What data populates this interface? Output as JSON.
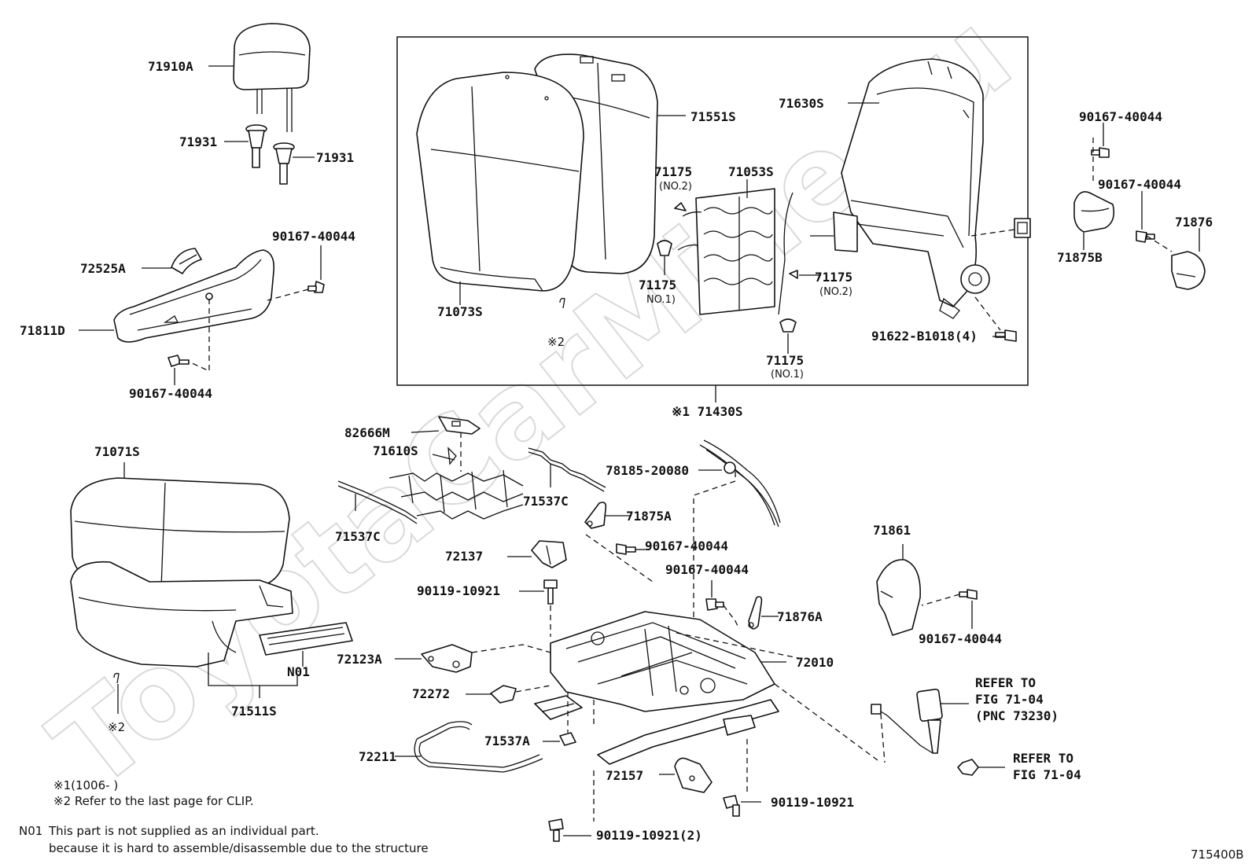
{
  "watermark": "ToyotaCarMine.ru",
  "labels": {
    "p71910A": "71910A",
    "p71931a": "71931",
    "p71931b": "71931",
    "p72525A": "72525A",
    "p90167_a": "90167-40044",
    "p71811D": "71811D",
    "p90167_b": "90167-40044",
    "p71071S": "71071S",
    "pN01": "N01",
    "p71511S": "71511S",
    "p71551S": "71551S",
    "p71630S": "71630S",
    "p71175_1": "71175",
    "p71175_1n": "(NO.2)",
    "p71053S": "71053S",
    "p71175_2": "71175",
    "p71175_2n": "NO.1)",
    "p71175_3": "71175",
    "p71175_3n": "(NO.2)",
    "p71175_4": "71175",
    "p71175_4n": "(NO.1)",
    "p71073S": "71073S",
    "p90167_c": "90167-40044",
    "p90167_d": "90167-40044",
    "p71876": "71876",
    "p71875B": "71875B",
    "p91622": "91622-B1018(4)",
    "p71430S": "※1 71430S",
    "p82666M": "82666M",
    "p71610S": "71610S",
    "p71537C_a": "71537C",
    "p71537C_b": "71537C",
    "p78185": "78185-20080",
    "p71875A": "71875A",
    "p90167_e": "90167-40044",
    "p72137": "72137",
    "p90119_a": "90119-10921",
    "p90167_f": "90167-40044",
    "p71876A": "71876A",
    "p71861": "71861",
    "p90167_g": "90167-40044",
    "p72010": "72010",
    "p72123A": "72123A",
    "p72272": "72272",
    "p71537A": "71537A",
    "p72211": "72211",
    "p72157": "72157",
    "p90119_b": "90119-10921",
    "p90119_c": "90119-10921(2)",
    "clip2a": "※2",
    "clip2b": "※2"
  },
  "refer1": [
    "REFER TO",
    "FIG 71-04",
    "(PNC 73230)"
  ],
  "refer2": [
    "REFER TO",
    "FIG 71-04"
  ],
  "notes": {
    "n1": "※1(1006-       )",
    "n2": "※2 Refer to the last page for CLIP.",
    "n3_prefix": "N01",
    "n3_line1": "This part is not supplied as an individual part.",
    "n3_line2": "because it is hard to assemble/disassemble due to the structure"
  },
  "figure_id": "715400B"
}
